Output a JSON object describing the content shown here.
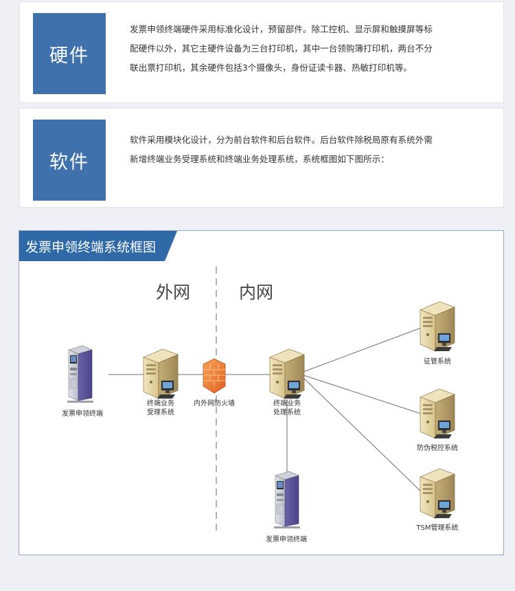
{
  "hardware": {
    "tile_label": "硬件",
    "lines": [
      "发票申领终端硬件采用标准化设计，预留部件。除工控机、显示屏和触摸屏等标",
      "配硬件以外，其它主硬件设备为三台打印机，其中一台领购簿打印机，两台不分",
      "联出票打印机，其余硬件包括3个摄像头，身份证读卡器、热敏打印机等。"
    ]
  },
  "software": {
    "tile_label": "软件",
    "lines": [
      "软件采用模块化设计，分为前台软件和后台软件。后台软件除税局原有系统外需",
      "新增终端业务受理系统和终端业务处理系统，系统框图如下图所示："
    ]
  },
  "diagram": {
    "banner_title": "发票申领终端系统框图",
    "zone_outer": "外网",
    "zone_inner": "内网",
    "terminal_left_label": "发票申领终端",
    "acceptance_label_1": "终端业务",
    "acceptance_label_2": "受理系统",
    "firewall_label": "内外网防火墙",
    "processing_label_1": "终端业务",
    "processing_label_2": "处理系统",
    "terminal_bottom_label": "发票申领终端",
    "server_1_label": "征管系统",
    "server_2_label": "防伪税控系统",
    "server_3_label": "TSM管理系统"
  },
  "colors": {
    "tile_blue": "#3f72ad",
    "banner_blue": "#2f69a8",
    "firewall_orange": "#f07a30"
  }
}
